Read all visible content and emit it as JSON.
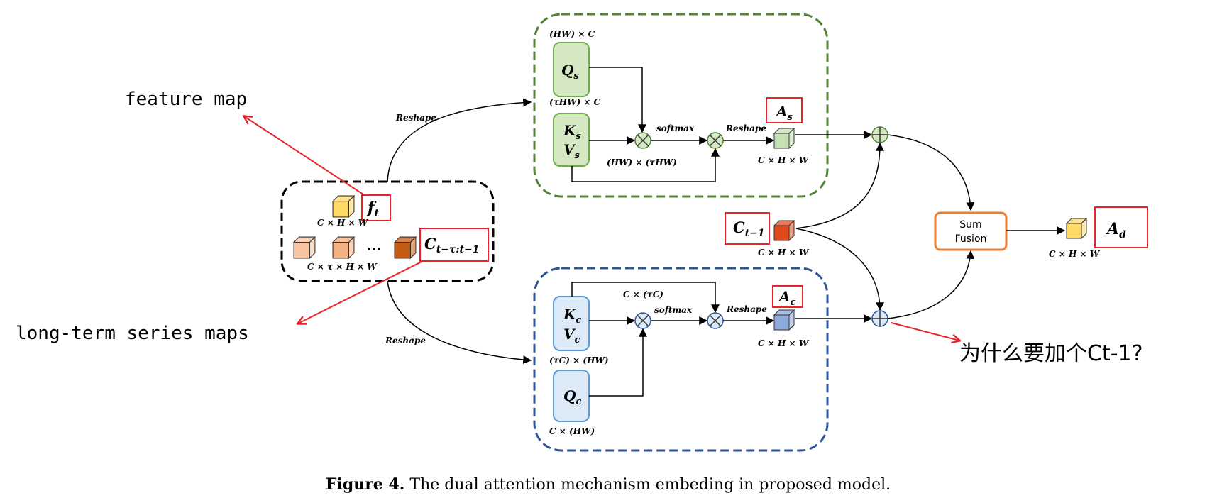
{
  "inputs": {
    "ft": "f",
    "ft_sub": "t",
    "ft_dim": "C × H × W",
    "series": "C",
    "series_sub": "t−τ:t−1",
    "series_dim": "C × τ × H × W",
    "ellipsis": "···"
  },
  "annotations": {
    "feature_map": "feature map",
    "long_term": "long-term series maps",
    "question": "为什么要加个Ct-1?"
  },
  "spatial": {
    "q": "Q",
    "q_sub": "s",
    "k": "K",
    "k_sub": "s",
    "v": "V",
    "v_sub": "s",
    "q_dim": "(HW) × C",
    "k_dim": "(τHW) × C",
    "mul_dim": "(HW) × (τHW)",
    "softmax": "softmax",
    "reshape_in": "Reshape",
    "reshape_out": "Reshape",
    "a": "A",
    "a_sub": "s",
    "a_dim": "C × H × W"
  },
  "channel": {
    "k": "K",
    "k_sub": "c",
    "v": "V",
    "v_sub": "c",
    "q": "Q",
    "q_sub": "c",
    "top_dim": "C × (τC)",
    "kv_dim": "(τC) × (HW)",
    "q_dim": "C × (HW)",
    "softmax": "softmax",
    "reshape_in": "Reshape",
    "reshape_out": "Reshape",
    "a": "A",
    "a_sub": "c",
    "a_dim": "C × H × W"
  },
  "prev": {
    "c": "C",
    "c_sub": "t−1",
    "dim": "C × H × W"
  },
  "fusion": {
    "line1": "Sum",
    "line2": "Fusion"
  },
  "output": {
    "a": "A",
    "a_sub": "d",
    "dim": "C × H × W"
  },
  "caption": {
    "label": "Figure 4.",
    "text": " The dual attention mechanism embeding in proposed model."
  },
  "colors": {
    "green_border": "#538135",
    "blue_border": "#2f5496",
    "red": "#e8232a",
    "orange": "#ed7d31",
    "green_fill": "#d5e8c4",
    "blue_fill": "#dce9f7",
    "yellow": "#ffd966",
    "peach": "#f8c3a0",
    "dark_orange": "#c55a11",
    "red_orange": "#e2491a"
  }
}
